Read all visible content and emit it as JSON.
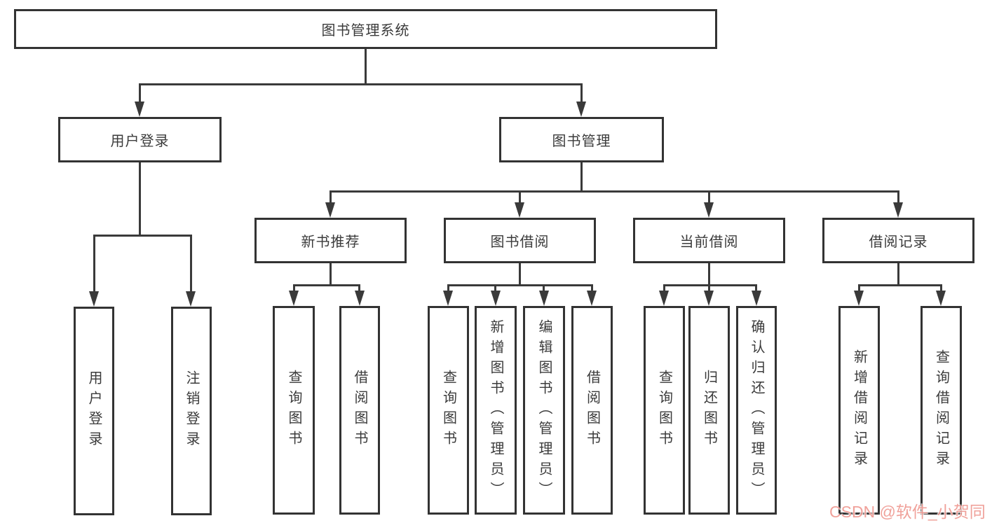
{
  "tree": {
    "root": {
      "label": "图书管理系统",
      "children": [
        {
          "label": "用户登录",
          "children": [
            {
              "label": "用户登录"
            },
            {
              "label": "注销登录"
            }
          ]
        },
        {
          "label": "图书管理",
          "children": [
            {
              "label": "新书推荐",
              "children": [
                {
                  "label": "查询图书"
                },
                {
                  "label": "借阅图书"
                }
              ]
            },
            {
              "label": "图书借阅",
              "children": [
                {
                  "label": "查询图书"
                },
                {
                  "label": "新增图书（管理员）"
                },
                {
                  "label": "编辑图书（管理员）"
                },
                {
                  "label": "借阅图书"
                }
              ]
            },
            {
              "label": "当前借阅",
              "children": [
                {
                  "label": "查询图书"
                },
                {
                  "label": "归还图书"
                },
                {
                  "label": "确认归还（管理员）"
                }
              ]
            },
            {
              "label": "借阅记录",
              "children": [
                {
                  "label": "新增借阅记录"
                },
                {
                  "label": "查询借阅记录"
                }
              ]
            }
          ]
        }
      ]
    }
  },
  "watermark": {
    "text": "CSDN @软件_小贺同学",
    "color": "#eb8278"
  },
  "colors": {
    "line": "#3a3a3a",
    "border": "#333333",
    "text": "#3b3b3b",
    "background": "#ffffff"
  }
}
